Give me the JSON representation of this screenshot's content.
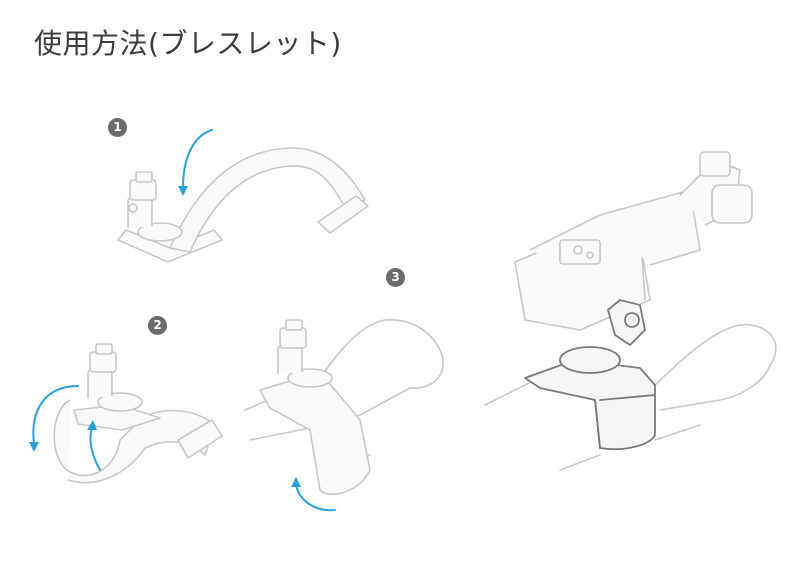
{
  "title": "使用方法(ブレスレット)",
  "steps": [
    {
      "badge": "1"
    },
    {
      "badge": "2"
    },
    {
      "badge": "3"
    }
  ],
  "colors": {
    "arrow": "#2aa0d8",
    "outline": "#c8c8c8",
    "outline_dark": "#7a7a7a",
    "badge": "#6b6b6b"
  }
}
